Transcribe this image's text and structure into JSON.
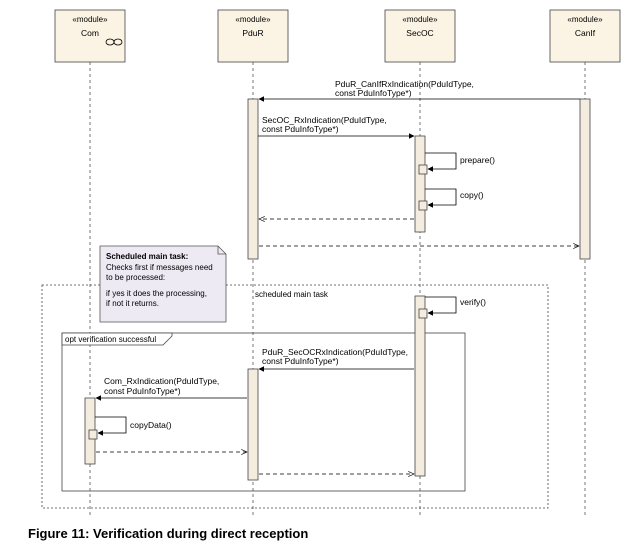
{
  "modules": [
    {
      "id": "com",
      "stereotype": "«module»",
      "name": "Com"
    },
    {
      "id": "pdur",
      "stereotype": "«module»",
      "name": "PduR"
    },
    {
      "id": "secoc",
      "stereotype": "«module»",
      "name": "SecOC"
    },
    {
      "id": "canif",
      "stereotype": "«module»",
      "name": "CanIf"
    }
  ],
  "messages": {
    "m1": [
      "PduR_CanIfRxIndication(PduIdType,",
      "const PduInfoType*)"
    ],
    "m2": [
      "SecOC_RxIndication(PduIdType,",
      "const PduInfoType*)"
    ],
    "prepare": "prepare()",
    "copy": "copy()",
    "verify": "verify()",
    "m3": [
      "PduR_SecOCRxIndication(PduIdType,",
      "const PduInfoType*)"
    ],
    "m4": [
      "Com_RxIndication(PduIdType,",
      "const PduInfoType*)"
    ],
    "copyData": "copyData()"
  },
  "note": {
    "title": "Scheduled main task:",
    "lines": [
      "Checks first if  messages need",
      "to be processed:",
      "if yes it does the processing,",
      "if not it returns."
    ]
  },
  "fragments": {
    "scheduled": "scheduled main task",
    "opt": "opt verification successful"
  },
  "caption": "Figure 11: Verification during direct reception",
  "colors": {
    "module_fill": "#fbf3e4",
    "activation_fill": "#f5ece0",
    "note_fill": "#eeeaf4",
    "line": "#555555"
  }
}
